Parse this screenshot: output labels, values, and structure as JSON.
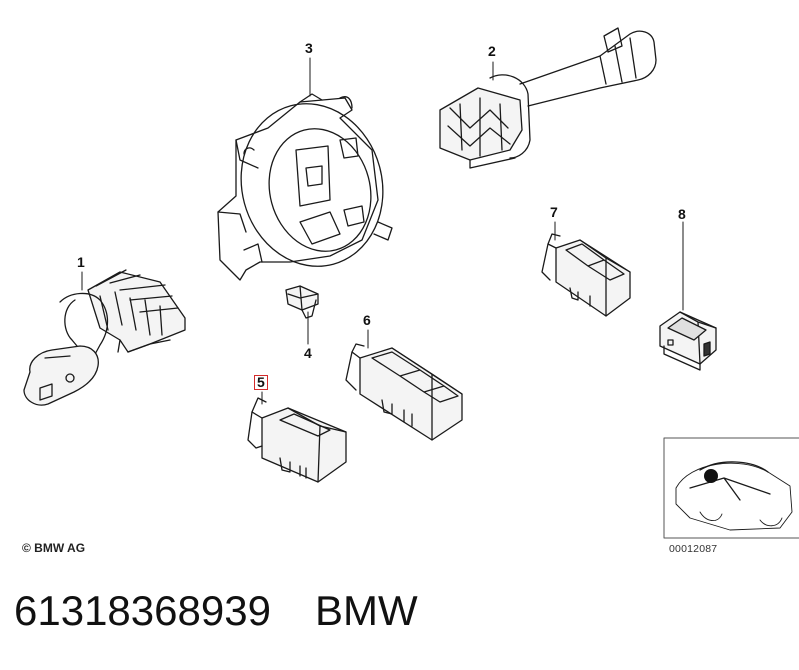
{
  "diagram": {
    "callouts": [
      {
        "id": "1",
        "label": "1"
      },
      {
        "id": "2",
        "label": "2"
      },
      {
        "id": "3",
        "label": "3"
      },
      {
        "id": "4",
        "label": "4"
      },
      {
        "id": "5",
        "label": "5",
        "highlighted": true,
        "highlight_color": "#d42a2a"
      },
      {
        "id": "6",
        "label": "6"
      },
      {
        "id": "7",
        "label": "7"
      },
      {
        "id": "8",
        "label": "8"
      }
    ],
    "copyright": "© BMW AG",
    "reference_number": "00012087"
  },
  "footer": {
    "part_number": "61318368939",
    "brand": "BMW"
  },
  "colors": {
    "line": "#1a1a1a",
    "highlight": "#d42a2a",
    "background": "#ffffff"
  }
}
